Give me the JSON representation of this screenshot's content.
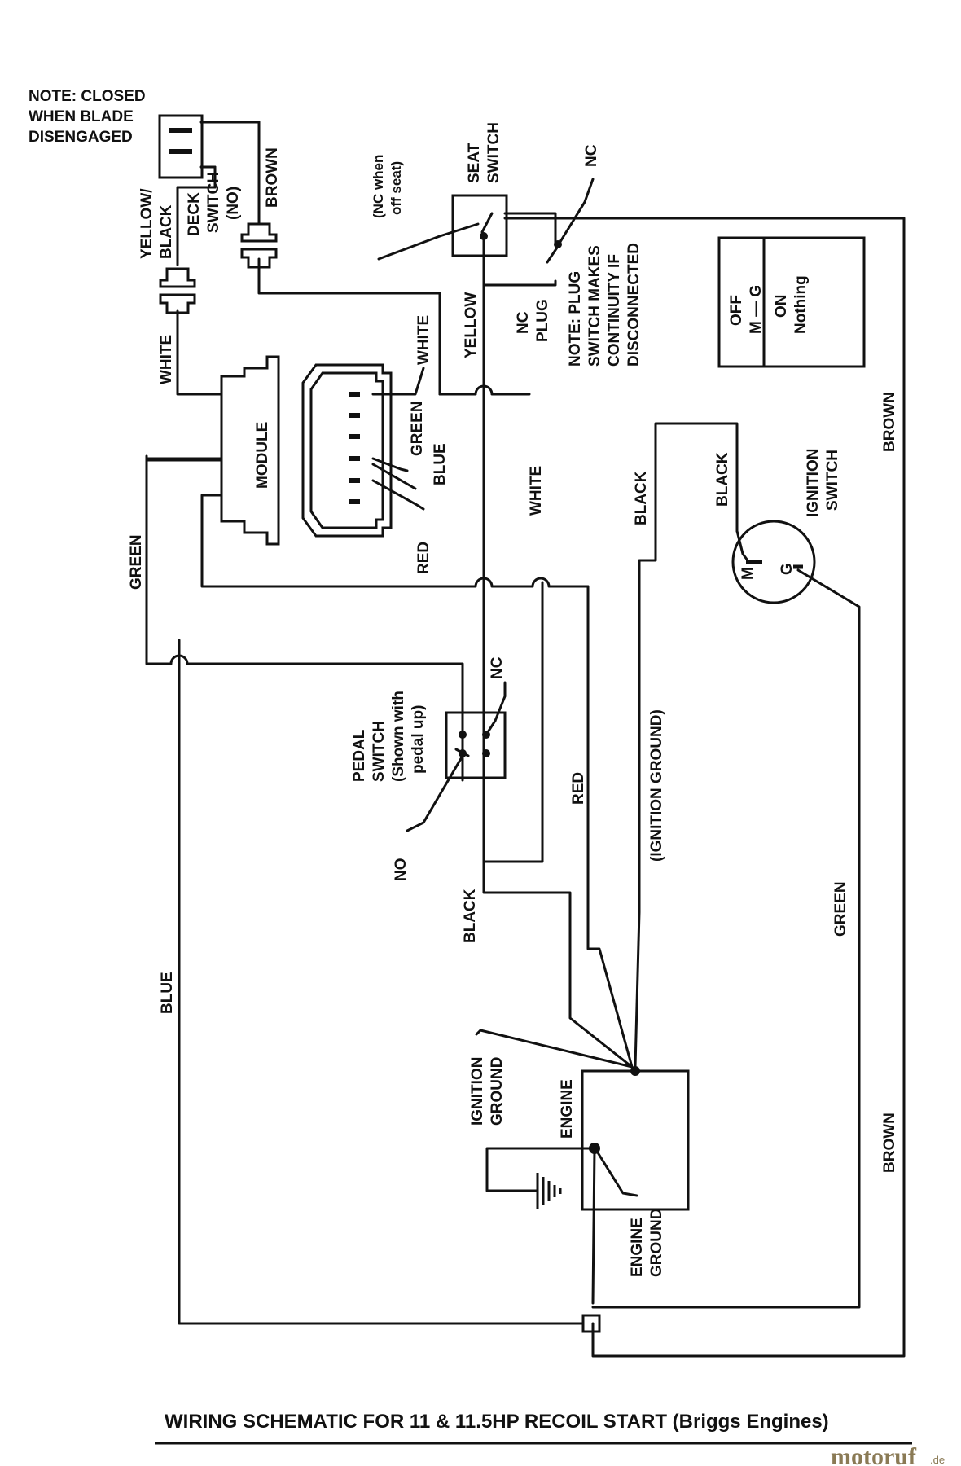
{
  "notes": {
    "blade": [
      "NOTE: CLOSED",
      "WHEN BLADE",
      "DISENGAGED"
    ],
    "seat_nc": [
      "(NC when",
      "off seat)"
    ],
    "plug": [
      "NOTE: PLUG",
      "SWITCH MAKES",
      "CONTINUITY IF",
      "DISCONNECTED"
    ]
  },
  "components": {
    "deck_switch": [
      "DECK",
      "SWITCH",
      "(NO)"
    ],
    "seat_switch": [
      "SEAT",
      "SWITCH"
    ],
    "nc_plug": [
      "NC",
      "PLUG"
    ],
    "module": "MODULE",
    "pedal_switch": [
      "PEDAL",
      "SWITCH",
      "(Shown with",
      "pedal up)"
    ],
    "ignition_switch": [
      "IGNITION",
      "SWITCH"
    ],
    "engine": "ENGINE",
    "ignition_ground": [
      "IGNITION",
      "GROUND"
    ],
    "engine_ground": [
      "ENGINE",
      "GROUND"
    ]
  },
  "switch_table": {
    "off": [
      "OFF",
      "M — G"
    ],
    "on": [
      "ON",
      "Nothing"
    ]
  },
  "ignition_terminals": {
    "m": "M",
    "g": "G"
  },
  "contacts": {
    "nc": "NC",
    "no": "NO"
  },
  "wire_labels": {
    "yellow_black": [
      "YELLOW/",
      "BLACK"
    ],
    "brown": "BROWN",
    "white": "WHITE",
    "yellow": "YELLOW",
    "green": "GREEN",
    "blue": "BLUE",
    "red": "RED",
    "black": "BLACK",
    "ignition_ground": "(IGNITION GROUND)"
  },
  "title": "WIRING SCHEMATIC FOR 11 & 11.5HP RECOIL START (Briggs Engines)",
  "logo": {
    "name": "motoruf",
    "suffix": ".de"
  }
}
